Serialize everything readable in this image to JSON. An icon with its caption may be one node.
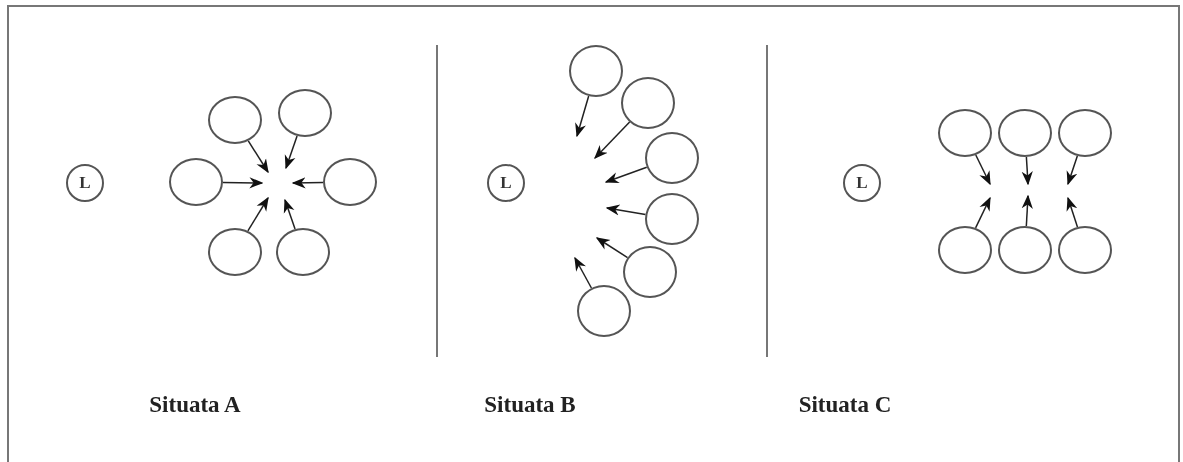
{
  "diagram": {
    "nodes": [
      {
        "text": [
          "L"
        ]
      },
      {
        "text": [],
        "shape": "circle"
      },
      {
        "text": [],
        "shape": "circle"
      },
      {
        "text": [],
        "shape": "circle"
      },
      {
        "text": [],
        "shape": "circle"
      },
      {
        "text": [],
        "shape": "circle"
      },
      {
        "text": [],
        "shape": "circle"
      },
      {
        "text": [
          "L"
        ]
      },
      {
        "text": [],
        "shape": "circle"
      },
      {
        "text": [],
        "shape": "circle"
      },
      {
        "text": [],
        "shape": "circle"
      },
      {
        "text": [],
        "shape": "circle"
      },
      {
        "text": [],
        "shape": "circle"
      },
      {
        "text": [],
        "shape": "circle"
      },
      {
        "text": [
          "L"
        ]
      },
      {
        "text": [],
        "shape": "circle"
      },
      {
        "text": [],
        "shape": "circle"
      },
      {
        "text": [],
        "shape": "circle"
      },
      {
        "text": [],
        "shape": "circle"
      },
      {
        "text": [],
        "shape": "circle"
      },
      {
        "text": [],
        "shape": "circle"
      }
    ],
    "edges": [
      {
        "from": 1,
        "to": null,
        "arrow": "to"
      },
      {
        "from": 2,
        "to": null,
        "arrow": "to"
      },
      {
        "from": 3,
        "to": null,
        "arrow": "to"
      },
      {
        "from": 4,
        "to": null,
        "arrow": "to"
      },
      {
        "from": 5,
        "to": null,
        "arrow": "to"
      },
      {
        "from": 6,
        "to": null,
        "arrow": "to"
      },
      {
        "from": 8,
        "to": null,
        "arrow": "to"
      },
      {
        "from": 9,
        "to": null,
        "arrow": "to"
      },
      {
        "from": 10,
        "to": null,
        "arrow": "to"
      },
      {
        "from": 11,
        "to": null,
        "arrow": "to"
      },
      {
        "from": 12,
        "to": null,
        "arrow": "to"
      },
      {
        "from": 13,
        "to": null,
        "arrow": "to"
      },
      {
        "from": 15,
        "to": null,
        "arrow": "to"
      },
      {
        "from": 16,
        "to": null,
        "arrow": "to"
      },
      {
        "from": 17,
        "to": null,
        "arrow": "to"
      },
      {
        "from": 18,
        "to": null,
        "arrow": "to"
      },
      {
        "from": 19,
        "to": null,
        "arrow": "to"
      },
      {
        "from": 20,
        "to": null,
        "arrow": "to"
      }
    ],
    "labels": [
      "Situata A",
      "Situata B",
      "Situata C"
    ]
  }
}
